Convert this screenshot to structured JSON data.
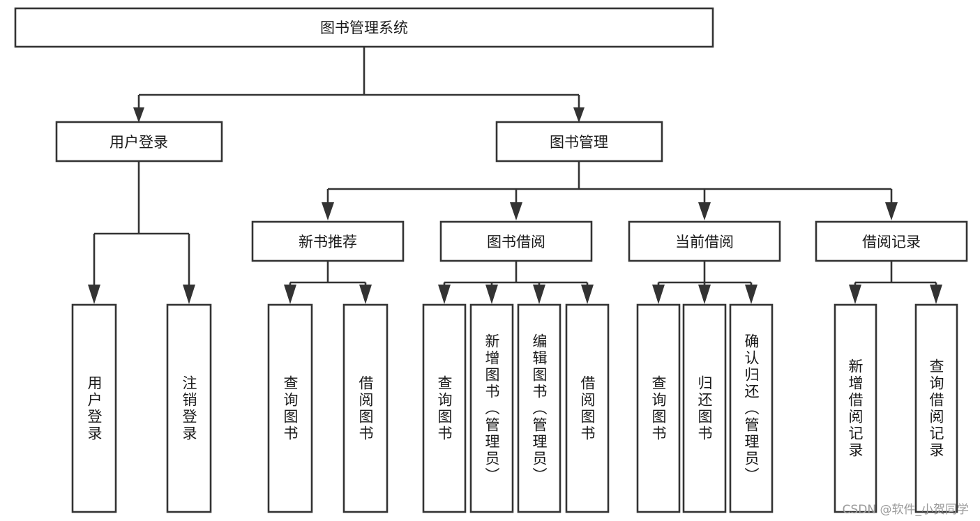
{
  "diagram": {
    "title": "图书管理系统",
    "type": "tree-hierarchy",
    "watermark": "CSDN @软件_小贺同学",
    "colors": {
      "stroke": "#333333",
      "fill": "#ffffff",
      "text": "#1a1a1a",
      "watermark": "#9a9a9a",
      "background": "#ffffff"
    },
    "nodes": {
      "root": {
        "label": "图书管理系统",
        "orientation": "horizontal",
        "level": 0
      },
      "l1": [
        {
          "id": "user_login",
          "label": "用户登录",
          "orientation": "horizontal",
          "level": 1
        },
        {
          "id": "book_manage",
          "label": "图书管理",
          "orientation": "horizontal",
          "level": 1
        }
      ],
      "l2": [
        {
          "id": "new_book_rec",
          "label": "新书推荐",
          "orientation": "horizontal",
          "level": 2,
          "parent": "book_manage"
        },
        {
          "id": "book_borrow",
          "label": "图书借阅",
          "orientation": "horizontal",
          "level": 2,
          "parent": "book_manage"
        },
        {
          "id": "current_borrow",
          "label": "当前借阅",
          "orientation": "horizontal",
          "level": 2,
          "parent": "book_manage"
        },
        {
          "id": "borrow_record",
          "label": "借阅记录",
          "orientation": "horizontal",
          "level": 2,
          "parent": "book_manage"
        }
      ],
      "leaves": [
        {
          "id": "leaf_user_login",
          "label": "用户登录",
          "orientation": "vertical",
          "level": 2,
          "parent": "user_login"
        },
        {
          "id": "leaf_logout",
          "label": "注销登录",
          "orientation": "vertical",
          "level": 2,
          "parent": "user_login"
        },
        {
          "id": "leaf_query_book_1",
          "label": "查询图书",
          "orientation": "vertical",
          "level": 3,
          "parent": "new_book_rec"
        },
        {
          "id": "leaf_borrow_book_1",
          "label": "借阅图书",
          "orientation": "vertical",
          "level": 3,
          "parent": "new_book_rec"
        },
        {
          "id": "leaf_query_book_2",
          "label": "查询图书",
          "orientation": "vertical",
          "level": 3,
          "parent": "book_borrow"
        },
        {
          "id": "leaf_add_book",
          "label": "新增图书（管理员）",
          "orientation": "vertical",
          "level": 3,
          "parent": "book_borrow"
        },
        {
          "id": "leaf_edit_book",
          "label": "编辑图书（管理员）",
          "orientation": "vertical",
          "level": 3,
          "parent": "book_borrow"
        },
        {
          "id": "leaf_borrow_book_2",
          "label": "借阅图书",
          "orientation": "vertical",
          "level": 3,
          "parent": "book_borrow"
        },
        {
          "id": "leaf_query_book_3",
          "label": "查询图书",
          "orientation": "vertical",
          "level": 3,
          "parent": "current_borrow"
        },
        {
          "id": "leaf_return_book",
          "label": "归还图书",
          "orientation": "vertical",
          "level": 3,
          "parent": "current_borrow"
        },
        {
          "id": "leaf_confirm_return",
          "label": "确认归还（管理员）",
          "orientation": "vertical",
          "level": 3,
          "parent": "current_borrow"
        },
        {
          "id": "leaf_add_record",
          "label": "新增借阅记录",
          "orientation": "vertical",
          "level": 3,
          "parent": "borrow_record"
        },
        {
          "id": "leaf_query_record",
          "label": "查询借阅记录",
          "orientation": "vertical",
          "level": 3,
          "parent": "borrow_record"
        }
      ]
    }
  }
}
